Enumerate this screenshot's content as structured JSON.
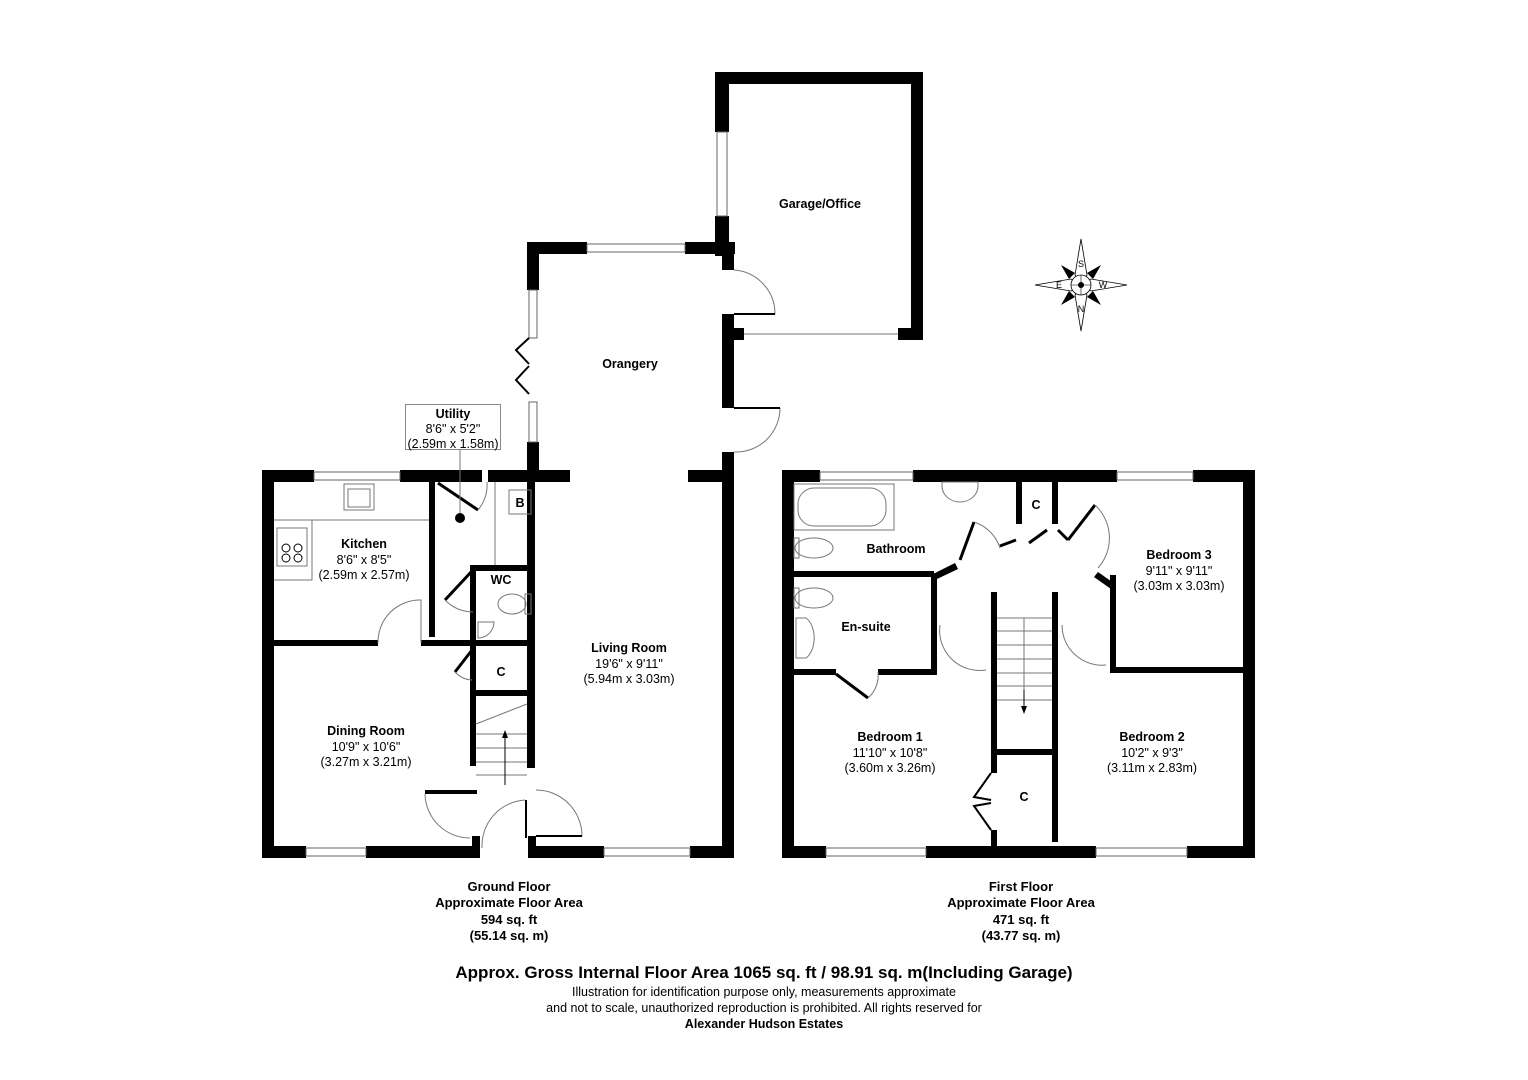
{
  "ground_floor": {
    "rooms": [
      {
        "id": "kitchen",
        "name": "Kitchen",
        "dim_imperial": "8'6\" x 8'5\"",
        "dim_metric": "(2.59m x 2.57m)"
      },
      {
        "id": "utility",
        "name": "Utility",
        "dim_imperial": "8'6\" x 5'2\"",
        "dim_metric": "(2.59m x 1.58m)"
      },
      {
        "id": "dining",
        "name": "Dining Room",
        "dim_imperial": "10'9\" x 10'6\"",
        "dim_metric": "(3.27m x 3.21m)"
      },
      {
        "id": "living",
        "name": "Living Room",
        "dim_imperial": "19'6\" x 9'11\"",
        "dim_metric": "(5.94m x 3.03m)"
      },
      {
        "id": "orangery",
        "name": "Orangery"
      },
      {
        "id": "garage",
        "name": "Garage/Office"
      }
    ],
    "tags": {
      "wc": "WC",
      "boiler": "B",
      "cupboard": "C"
    },
    "summary": {
      "title": "Ground Floor",
      "subtitle": "Approximate Floor Area",
      "area_imperial": "594 sq. ft",
      "area_metric": "(55.14 sq. m)"
    }
  },
  "first_floor": {
    "rooms": [
      {
        "id": "bathroom",
        "name": "Bathroom"
      },
      {
        "id": "ensuite",
        "name": "En-suite"
      },
      {
        "id": "bedroom3",
        "name": "Bedroom 3",
        "dim_imperial": "9'11\" x 9'11\"",
        "dim_metric": "(3.03m x 3.03m)"
      },
      {
        "id": "bedroom1",
        "name": "Bedroom 1",
        "dim_imperial": "11'10\" x 10'8\"",
        "dim_metric": "(3.60m x 3.26m)"
      },
      {
        "id": "bedroom2",
        "name": "Bedroom 2",
        "dim_imperial": "10'2\" x 9'3\"",
        "dim_metric": "(3.11m x 2.83m)"
      }
    ],
    "tags": {
      "cupboard_top": "C",
      "cupboard_landing": "C"
    },
    "summary": {
      "title": "First Floor",
      "subtitle": "Approximate Floor Area",
      "area_imperial": "471 sq. ft",
      "area_metric": "(43.77 sq. m)"
    }
  },
  "compass": {
    "top": "S",
    "bottom": "N",
    "left": "E",
    "right": "W",
    "icon": "compass-rose-icon"
  },
  "footer": {
    "gross_area": "Approx. Gross Internal Floor Area 1065 sq. ft / 98.91 sq. m(Including Garage)",
    "disclaimer_line1": "Illustration for identification purpose only, measurements approximate",
    "disclaimer_line2": "and not to scale, unauthorized reproduction is prohibited. All rights reserved for",
    "company": "Alexander Hudson Estates"
  }
}
